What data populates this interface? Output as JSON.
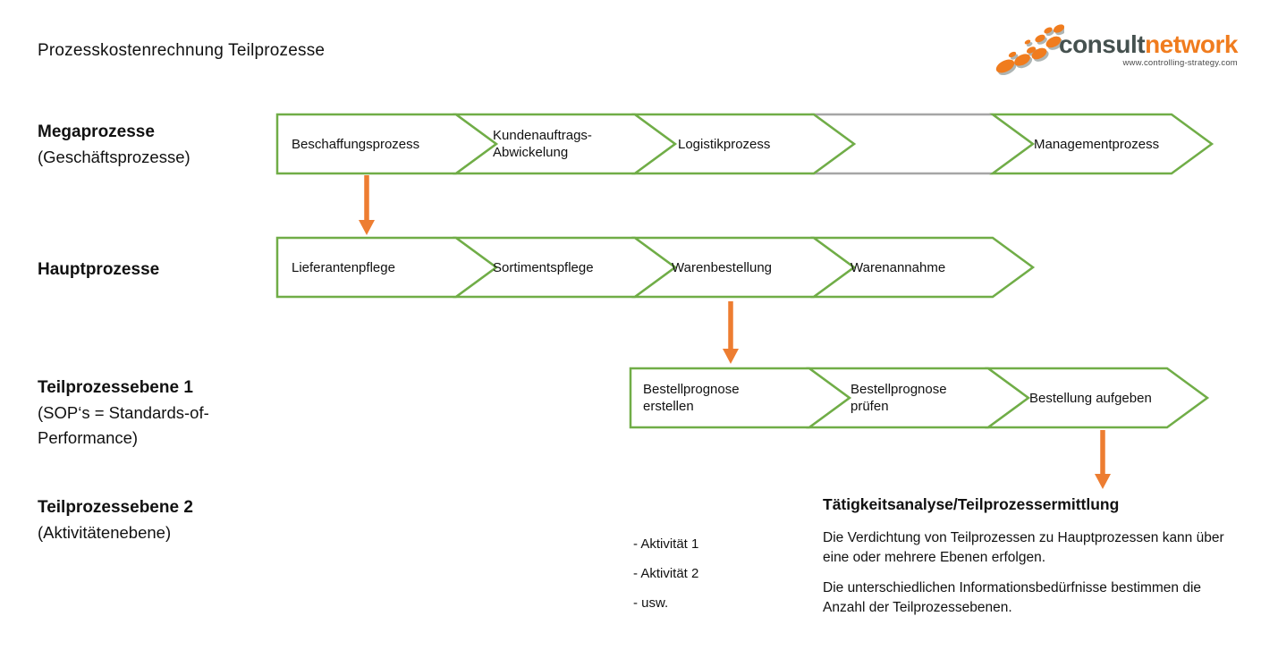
{
  "title": "Prozesskostenrechnung Teilprozesse",
  "logo": {
    "consult": "consult",
    "network": "network",
    "url": "www.controlling-strategy.com"
  },
  "colors": {
    "green": "#70AD47",
    "gray": "#A6A6A6",
    "orange": "#ED7D31",
    "logo_orange": "#F07C1E",
    "logo_dark": "#45514F"
  },
  "levels": [
    {
      "label": "Megaprozesse",
      "sublabel": "(Geschäftsprozesse)",
      "segments": [
        "Beschaffungsprozess",
        "Kundenauftrags-Abwickelung",
        "Logistikprozess",
        "",
        "Managementprozess"
      ]
    },
    {
      "label": "Hauptprozesse",
      "sublabel": "",
      "segments": [
        "Lieferantenpflege",
        "Sortimentspflege",
        "Warenbestellung",
        "Warenannahme"
      ]
    },
    {
      "label": "Teilprozessebene 1",
      "sublabel": "(SOP‘s = Standards-of-Performance)",
      "segments": [
        "Bestellprognose erstellen",
        "Bestellprognose prüfen",
        "Bestellung aufgeben"
      ]
    },
    {
      "label": "Teilprozessebene 2",
      "sublabel": "(Aktivitätenebene)",
      "segments": []
    }
  ],
  "activities": [
    "- Aktivität 1",
    "- Aktivität 2",
    "- usw."
  ],
  "analysis": {
    "heading": "Tätigkeitsanalyse/Teilprozessermittlung",
    "para1": "Die Verdichtung von Teilprozessen zu Hauptprozessen kann über eine oder mehrere Ebenen erfolgen.",
    "para2": "Die unterschiedlichen Informationsbedürfnisse bestimmen die Anzahl der Teilprozessebenen."
  }
}
